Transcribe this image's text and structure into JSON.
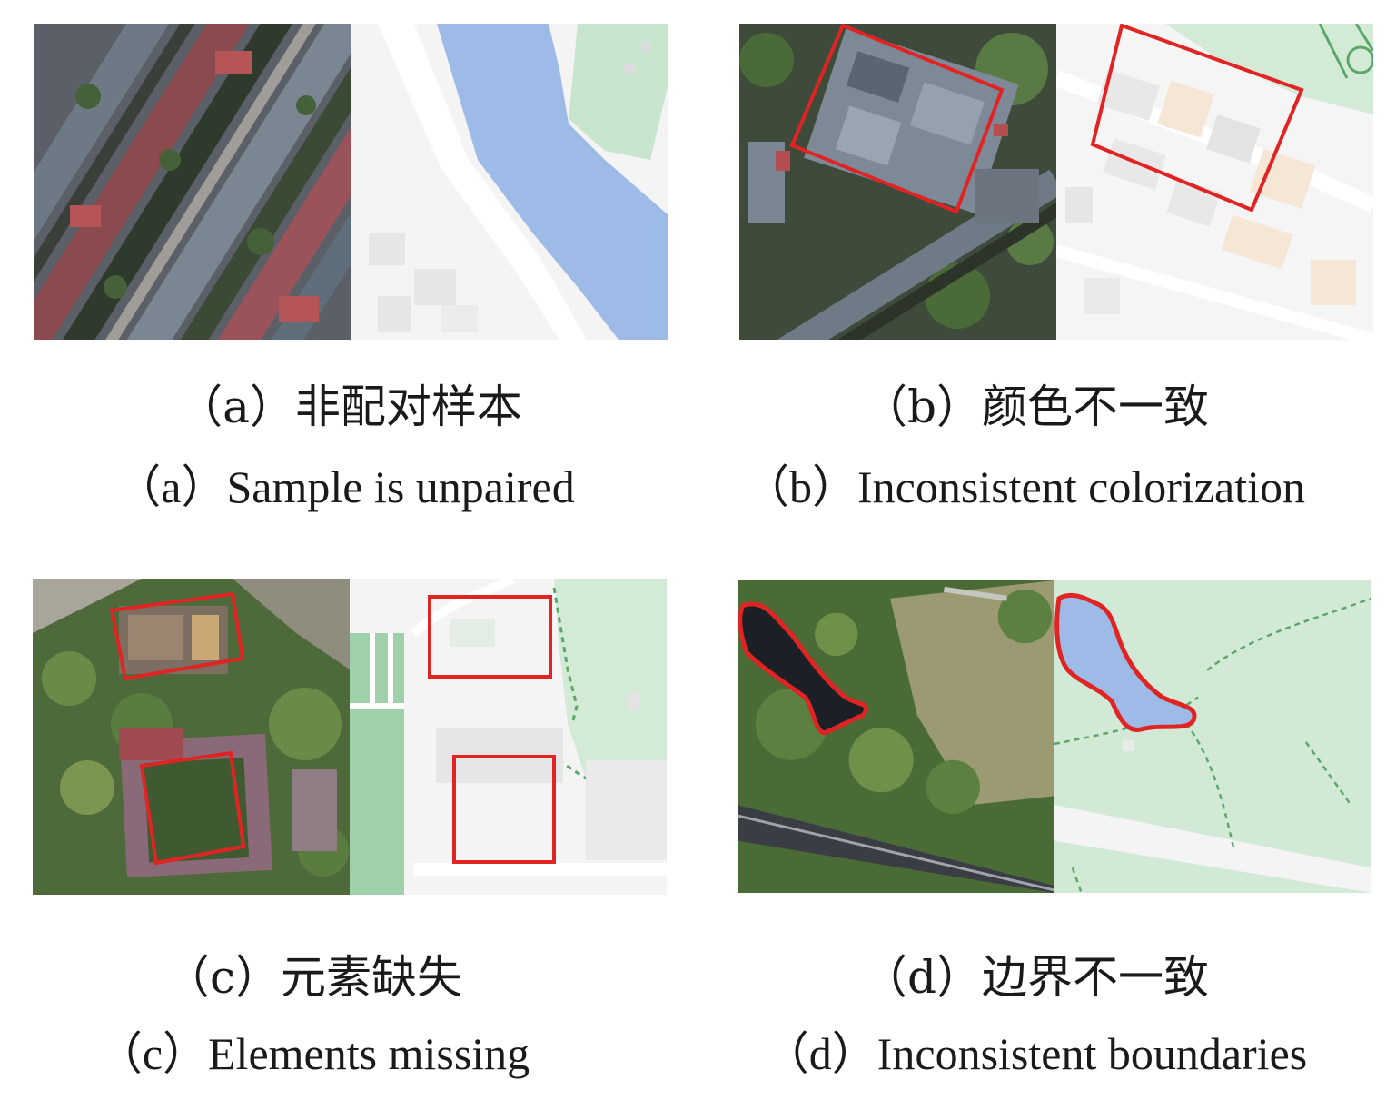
{
  "panels": [
    {
      "id": "a",
      "caption_zh": "（a）非配对样本",
      "caption_en": "（a）Sample is unpaired"
    },
    {
      "id": "b",
      "caption_zh": "（b）颜色不一致",
      "caption_en": "（b）Inconsistent colorization"
    },
    {
      "id": "c",
      "caption_zh": "（c）元素缺失",
      "caption_en": "（c）Elements missing"
    },
    {
      "id": "d",
      "caption_zh": "（d）边界不一致",
      "caption_en": "（d）Inconsistent boundaries"
    }
  ],
  "colors": {
    "highlight_box": "#e02424",
    "map_water": "#9ebae6",
    "map_park": "#c9e6cf",
    "map_building": "#e6e6e6",
    "map_background": "#f3f3f4",
    "map_path_dashed": "#5aa867"
  }
}
